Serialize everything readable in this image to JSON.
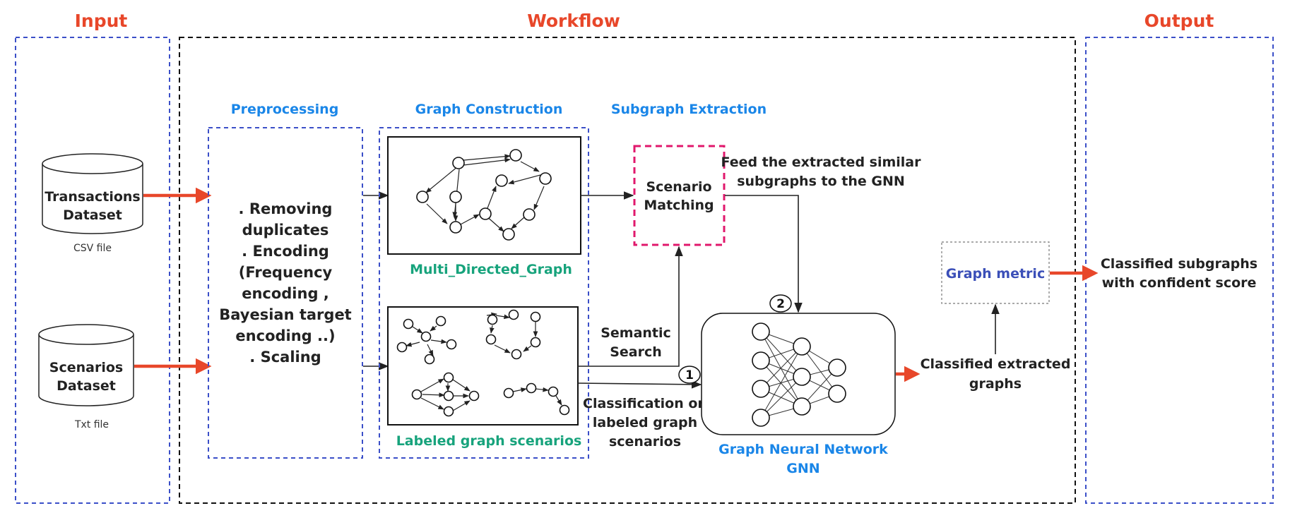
{
  "sections": {
    "input": "Input",
    "workflow": "Workflow",
    "output": "Output"
  },
  "stages": {
    "preprocessing": "Preprocessing",
    "graph_construction": "Graph Construction",
    "subgraph_extraction": "Subgraph Extraction"
  },
  "inputs": {
    "transactions": [
      "Transactions",
      "Dataset"
    ],
    "transactions_note": "CSV file",
    "scenarios": [
      "Scenarios",
      "Dataset"
    ],
    "scenarios_note": "Txt file"
  },
  "preprocessing_steps": [
    ". Removing",
    "duplicates",
    ". Encoding",
    "(Frequency",
    "encoding ,",
    "Bayesian target",
    "encoding ..)",
    ". Scaling"
  ],
  "graphs": {
    "multi_directed": "Multi_Directed_Graph",
    "labeled": "Labeled graph scenarios"
  },
  "scenario_matching": [
    "Scenario",
    "Matching"
  ],
  "feed_text": [
    "Feed the extracted similar",
    "subgraphs to the GNN"
  ],
  "semantic_search": [
    "Semantic",
    "Search"
  ],
  "classification_text": [
    "Classification on",
    "labeled graph",
    "scenarios"
  ],
  "gnn": [
    "Graph Neural Network",
    "GNN"
  ],
  "markers": [
    "1",
    "2"
  ],
  "graph_metric": "Graph metric",
  "classified_extracted": [
    "Classified extracted",
    "graphs"
  ],
  "output_text": [
    "Classified subgraphs",
    "with confident score"
  ],
  "colors": {
    "section_title": "#e8472a",
    "stage_title": "#1a86e8",
    "graph_label": "#17a37c",
    "frame_blue": "#3b4fc8",
    "frame_pink": "#e0186c",
    "arrow_red": "#e8472a"
  }
}
